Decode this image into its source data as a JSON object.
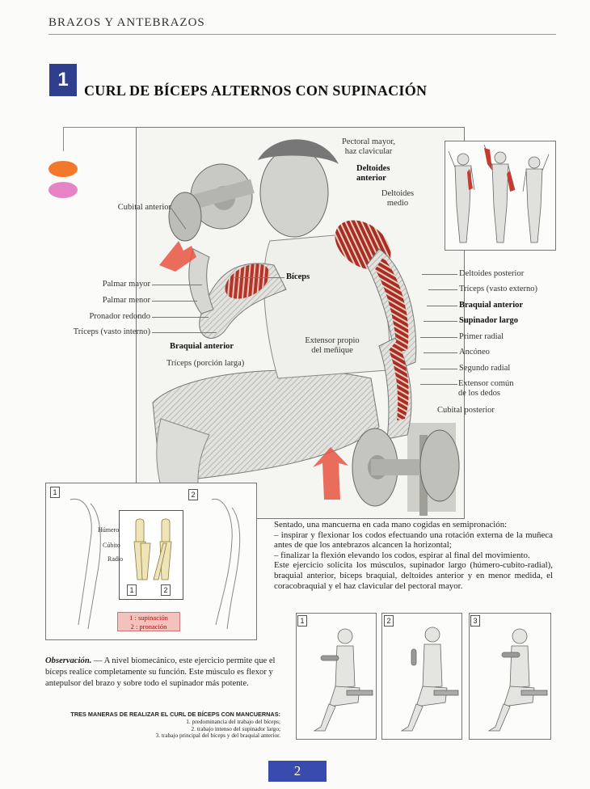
{
  "header": {
    "chapter": "BRAZOS Y ANTEBRAZOS"
  },
  "exercise": {
    "number": "1",
    "title": "CURL DE BÍCEPS ALTERNOS CON SUPINACIÓN"
  },
  "colors": {
    "accent_blue": "#2f3f8e",
    "dot_orange": "#f2782c",
    "dot_pink": "#e683c4",
    "muscle_red": "#b3342b"
  },
  "labels": {
    "cubital_anterior": "Cubital anterior",
    "pectoral_mayor_1": "Pectoral mayor,",
    "pectoral_mayor_2": "haz clavicular",
    "deltoides_anterior_1": "Deltoides",
    "deltoides_anterior_2": "anterior",
    "deltoides_medio_1": "Deltoides",
    "deltoides_medio_2": "medio",
    "biceps": "Bíceps",
    "palmar_mayor": "Palmar mayor",
    "palmar_menor": "Palmar menor",
    "pronador_redondo": "Pronador redondo",
    "triceps_vasto_interno": "Tríceps (vasto interno)",
    "braquial_anterior_left": "Braquial anterior",
    "triceps_porcion_larga": "Tríceps (porción larga)",
    "extensor_propio_1": "Extensor propio",
    "extensor_propio_2": "del meñique",
    "deltoides_posterior": "Deltoides posterior",
    "triceps_vasto_externo": "Tríceps (vasto externo)",
    "braquial_anterior_right": "Braquial anterior",
    "supinador_largo": "Supinador largo",
    "primer_radial": "Primer radial",
    "anconeo": "Ancóneo",
    "segundo_radial": "Segundo radial",
    "extensor_comun_1": "Extensor común",
    "extensor_comun_2": "de los dedos",
    "cubital_posterior": "Cubital posterior"
  },
  "bones": {
    "box1": "1",
    "box2": "2",
    "humero": "Húmero",
    "cubito": "Cúbito",
    "radio": "Radio",
    "inner1": "1",
    "inner2": "2",
    "legend1": "1 : supinación",
    "legend2": "2 : pronación"
  },
  "description": {
    "p1": "Sentado, una mancuerna en cada mano cogidas en semipronación:",
    "p2": "– inspirar y flexionar los codos efectuando una rotación externa de la muñeca antes de que los antebrazos alcancen la horizontal;",
    "p3": "– finalizar la flexión elevando los codos, espirar al final del movimiento.",
    "p4": "Este ejercicio solicita los músculos, supinador largo (húmero-cubito-radial), braquial anterior, bíceps braquial, deltoides anterior y en menor medida, el coracobraquial y el haz clavicular del pectoral mayor."
  },
  "observation": {
    "label": "Observación.",
    "text": " — A nivel biomecánico, este ejercicio permite que el bíceps realice completamente su función. Este músculo es flexor y antepulsor del brazo y sobre todo el supinador más potente."
  },
  "three_ways": {
    "title": "TRES MANERAS DE REALIZAR EL CURL DE BÍCEPS CON MANCUERNAS:",
    "items": [
      "1. predominancia del trabajo del bíceps;",
      "2. trabajo intenso del supinador largo;",
      "3. trabajo principal del bíceps y del braquial anterior."
    ]
  },
  "phases": [
    "1",
    "2",
    "3"
  ],
  "page": {
    "number": "2"
  }
}
